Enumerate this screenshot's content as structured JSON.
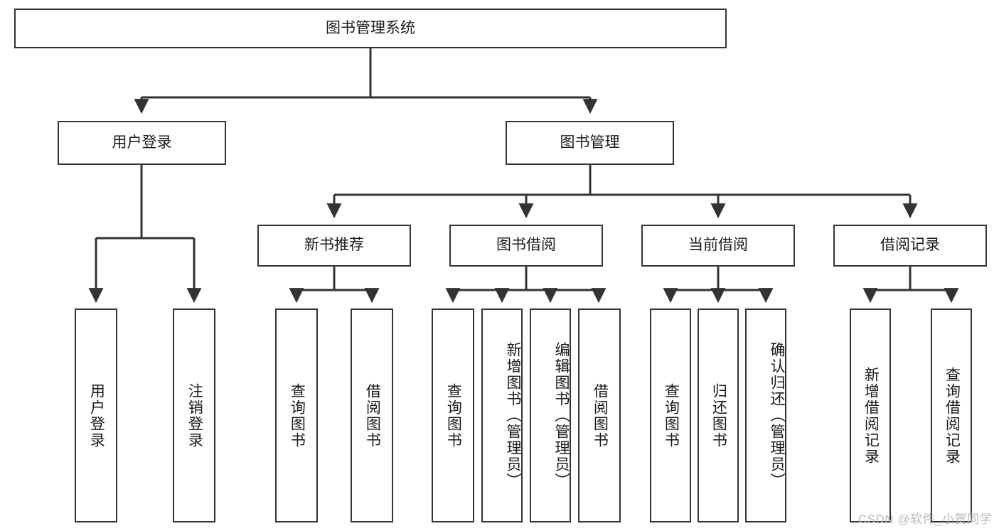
{
  "diagram": {
    "type": "tree",
    "title": "图书管理系统",
    "root": {
      "id": "root",
      "label": "图书管理系统"
    },
    "level2": [
      {
        "id": "user-login",
        "label": "用户登录"
      },
      {
        "id": "book-management",
        "label": "图书管理"
      }
    ],
    "level3": [
      {
        "id": "new-book-recommend",
        "label": "新书推荐",
        "parent": "book-management"
      },
      {
        "id": "book-borrow",
        "label": "图书借阅",
        "parent": "book-management"
      },
      {
        "id": "current-borrow",
        "label": "当前借阅",
        "parent": "book-management"
      },
      {
        "id": "borrow-record",
        "label": "借阅记录",
        "parent": "book-management"
      }
    ],
    "leaves": [
      {
        "id": "leaf-user-login",
        "label": "用户登录",
        "parent": "user-login"
      },
      {
        "id": "leaf-user-logout",
        "label": "注销登录",
        "parent": "user-login"
      },
      {
        "id": "leaf-query-book-1",
        "label": "查询图书",
        "parent": "new-book-recommend"
      },
      {
        "id": "leaf-borrow-book-1",
        "label": "借阅图书",
        "parent": "new-book-recommend"
      },
      {
        "id": "leaf-query-book-2",
        "label": "查询图书",
        "parent": "book-borrow"
      },
      {
        "id": "leaf-add-book",
        "label": "新增图书（管理员）",
        "parent": "book-borrow"
      },
      {
        "id": "leaf-edit-book",
        "label": "编辑图书（管理员）",
        "parent": "book-borrow"
      },
      {
        "id": "leaf-borrow-book-2",
        "label": "借阅图书",
        "parent": "book-borrow"
      },
      {
        "id": "leaf-query-book-3",
        "label": "查询图书",
        "parent": "current-borrow"
      },
      {
        "id": "leaf-return-book",
        "label": "归还图书",
        "parent": "current-borrow"
      },
      {
        "id": "leaf-confirm-return",
        "label": "确认归还（管理员）",
        "parent": "current-borrow"
      },
      {
        "id": "leaf-add-record",
        "label": "新增借阅记录",
        "parent": "borrow-record"
      },
      {
        "id": "leaf-query-record",
        "label": "查询借阅记录",
        "parent": "borrow-record"
      }
    ]
  },
  "watermark": {
    "text": "CSDN @软件_小贺同学"
  },
  "colors": {
    "stroke": "#333333",
    "text": "#1a1a1a",
    "background": "#ffffff",
    "watermark": "#b9b9b9"
  }
}
